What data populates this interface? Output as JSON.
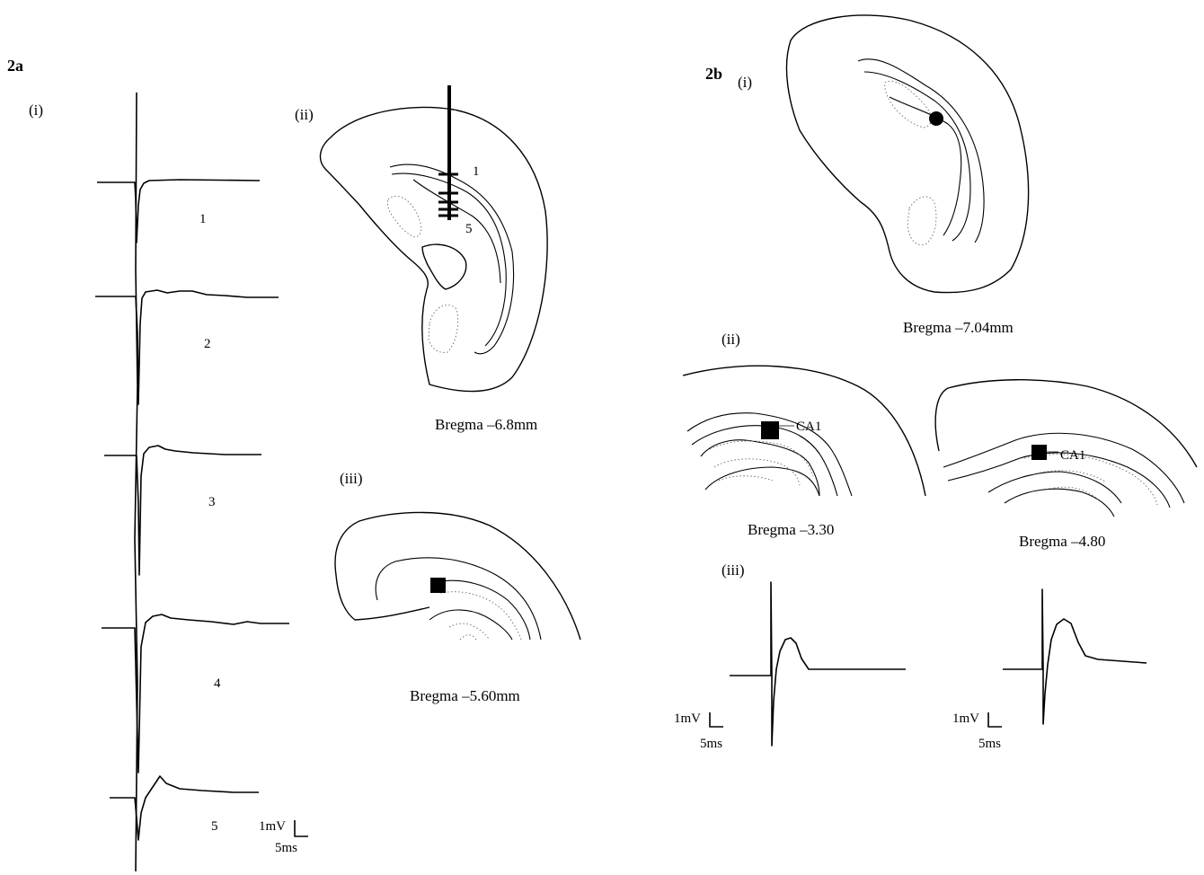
{
  "panel_2a": {
    "id": "2a",
    "sub_i": "(i)",
    "sub_ii": "(ii)",
    "sub_iii": "(iii)",
    "trace_labels": [
      "1",
      "2",
      "3",
      "4",
      "5"
    ],
    "electrode_labels": {
      "top": "1",
      "bottom": "5"
    },
    "scale_bar": {
      "voltage": "1mV",
      "time": "5ms"
    },
    "bregma_ii": "Bregma –6.8mm",
    "bregma_iii": "Bregma –5.60mm"
  },
  "panel_2b": {
    "id": "2b",
    "sub_i": "(i)",
    "sub_ii": "(ii)",
    "sub_iii": "(iii)",
    "bregma_i": "Bregma –7.04mm",
    "bregma_ii_left": "Bregma –3.30",
    "bregma_ii_right": "Bregma –4.80",
    "ca1_label": "CA1",
    "scale_bar_left": {
      "voltage": "1mV",
      "time": "5ms"
    },
    "scale_bar_right": {
      "voltage": "1mV",
      "time": "5ms"
    }
  }
}
